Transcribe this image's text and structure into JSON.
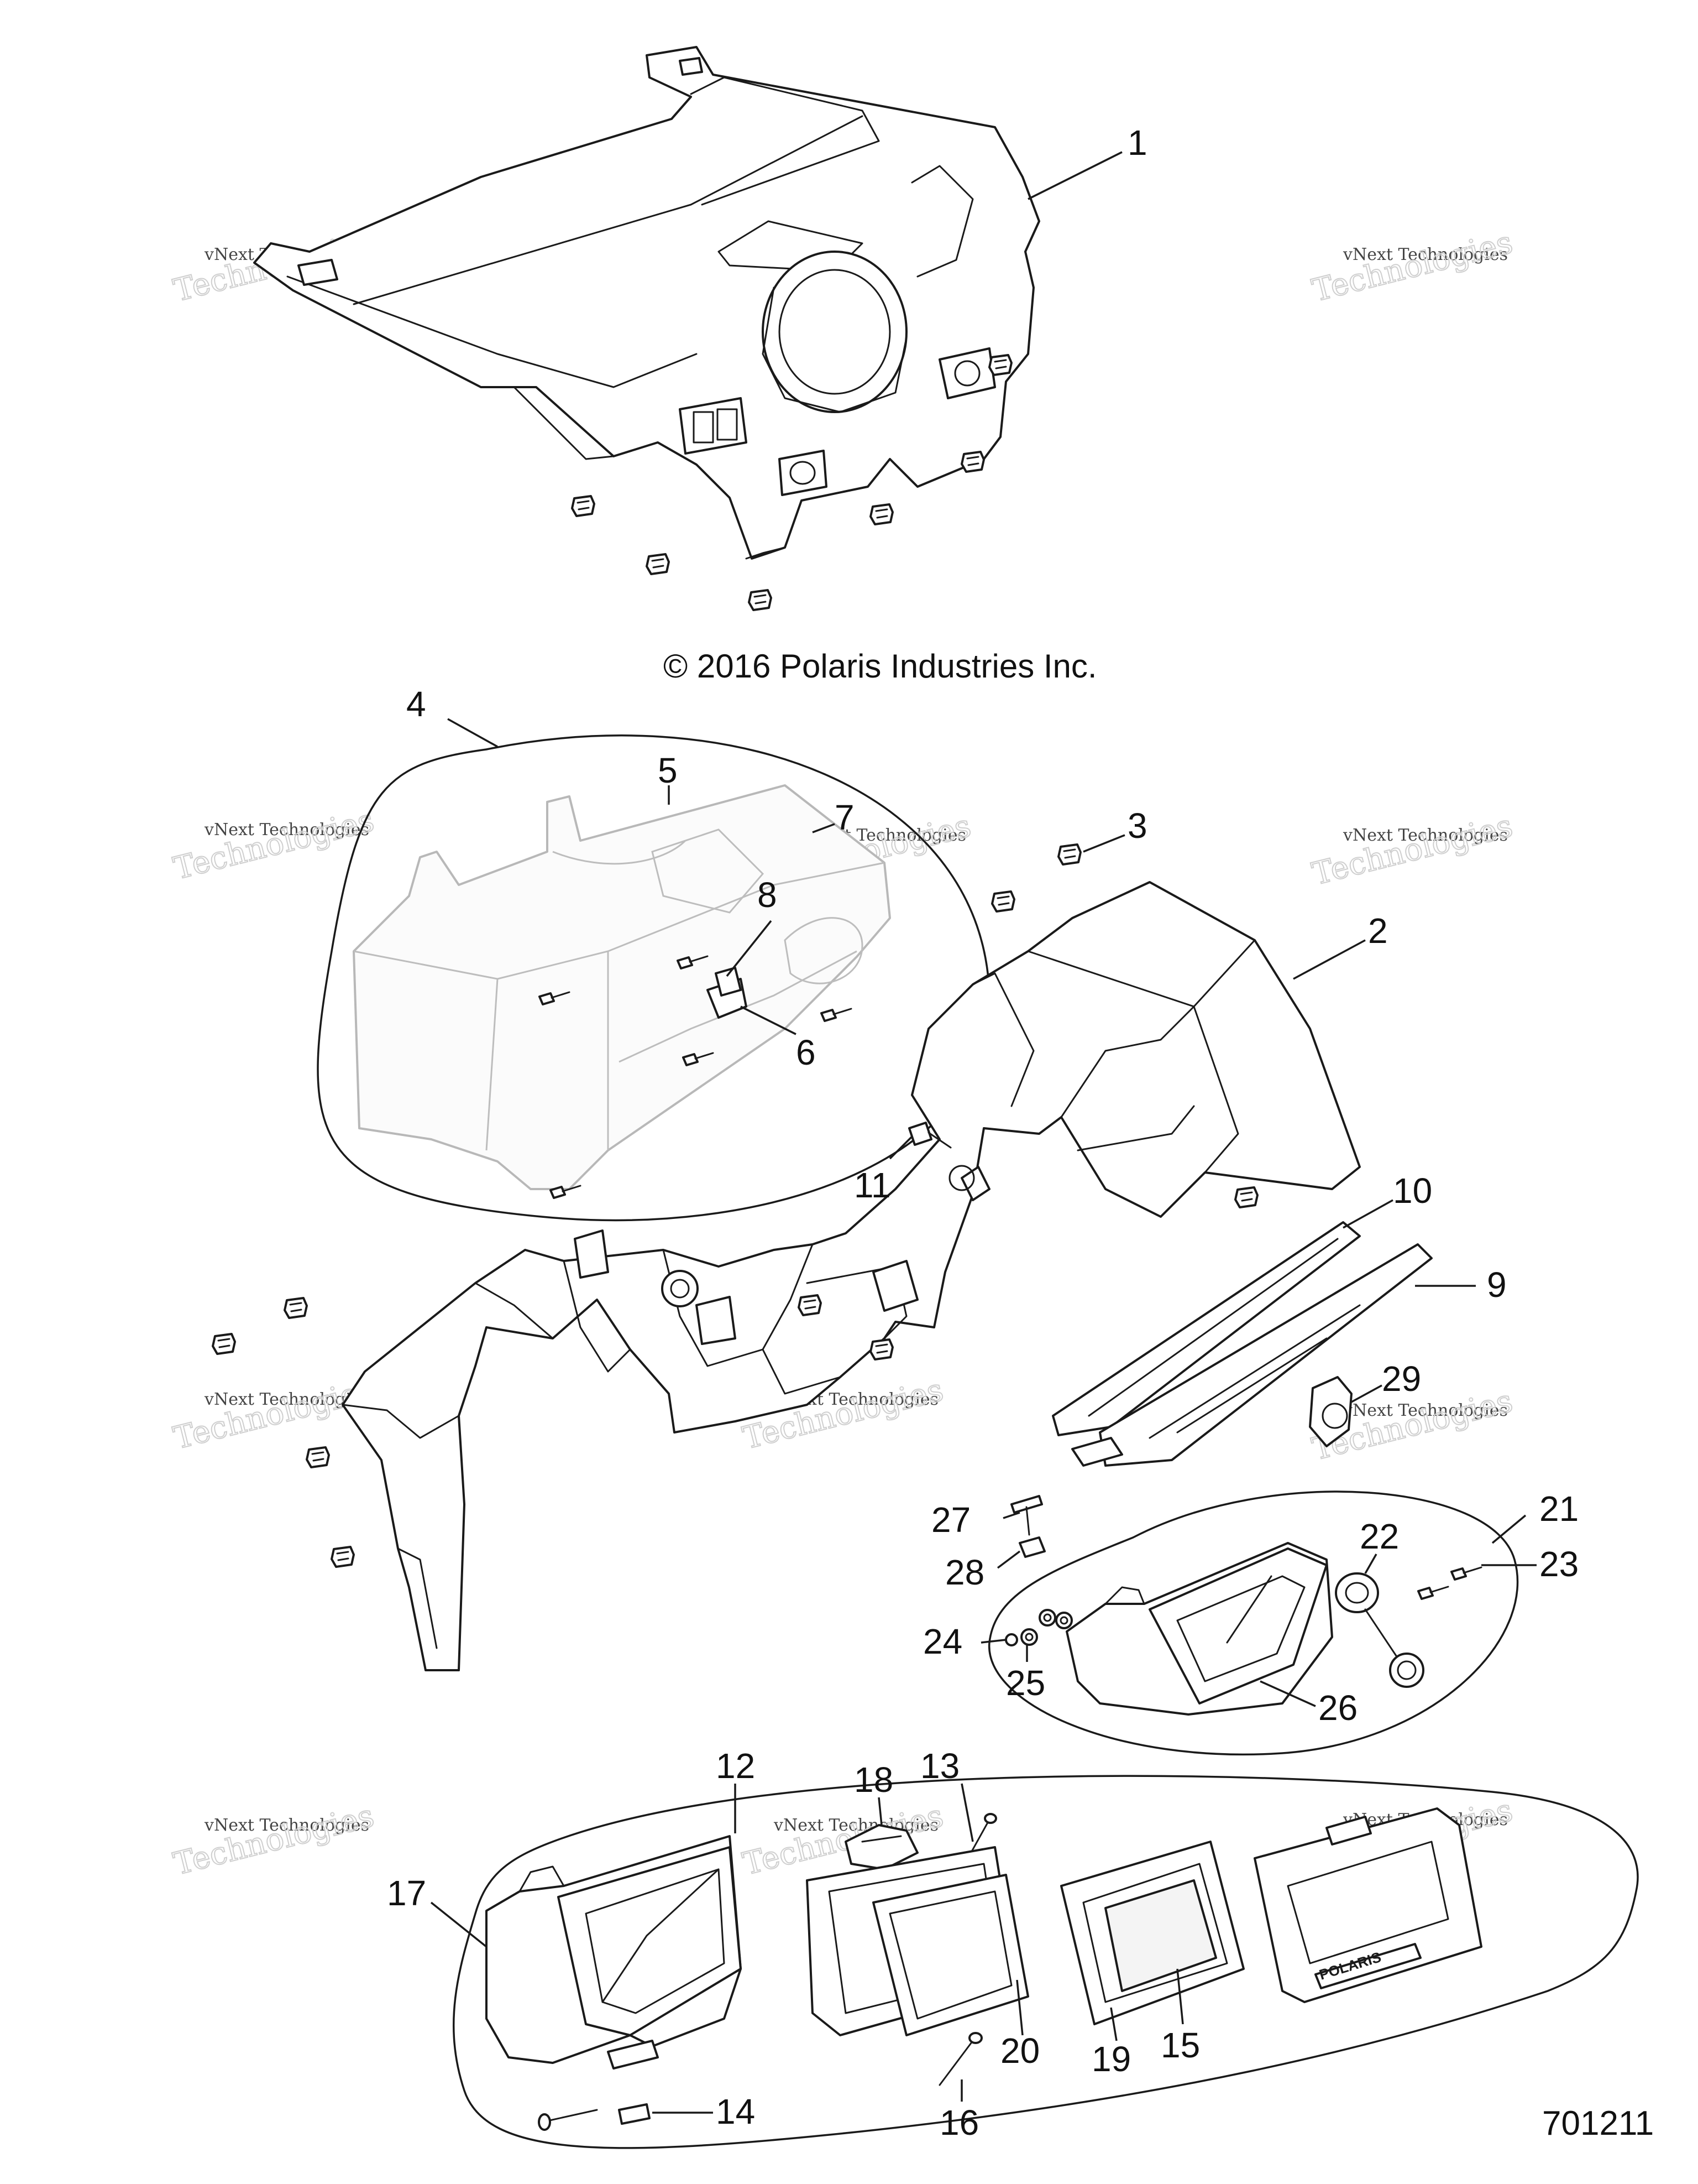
{
  "copyright": "© 2016 Polaris Industries Inc.",
  "diagram_number": "701211",
  "watermark": {
    "line1": "vNext Technologies",
    "line2": "Technologies"
  },
  "callouts": {
    "c1": "1",
    "c2": "2",
    "c3": "3",
    "c4": "4",
    "c5": "5",
    "c6": "6",
    "c7": "7",
    "c8": "8",
    "c9": "9",
    "c10": "10",
    "c11": "11",
    "c12": "12",
    "c13": "13",
    "c14": "14",
    "c15": "15",
    "c16": "16",
    "c17": "17",
    "c18": "18",
    "c19": "19",
    "c20": "20",
    "c21": "21",
    "c22": "22",
    "c23": "23",
    "c24": "24",
    "c25": "25",
    "c26": "26",
    "c27": "27",
    "c28": "28",
    "c29": "29"
  },
  "badge_text": "POLARIS"
}
